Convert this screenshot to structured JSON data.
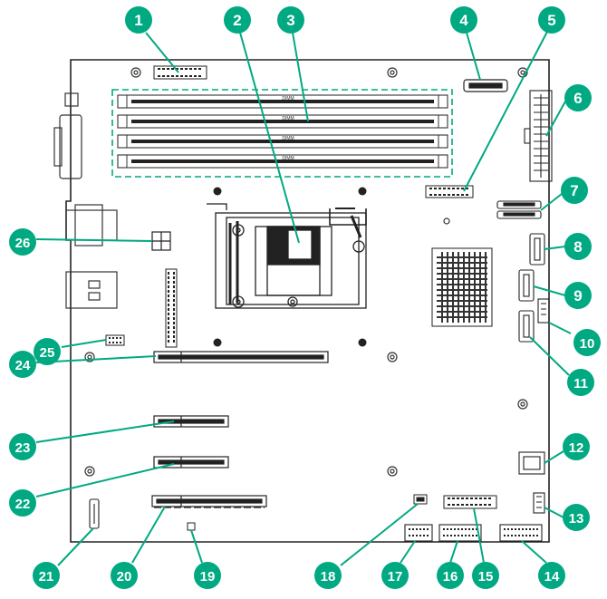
{
  "diagram": {
    "accent_color": "#01a982",
    "callout_color": "#01a982",
    "board_outline_color": "#222222",
    "dimm_silk_label": "DIMM",
    "callouts": [
      {
        "num": "1"
      },
      {
        "num": "2"
      },
      {
        "num": "3"
      },
      {
        "num": "4"
      },
      {
        "num": "5"
      },
      {
        "num": "6"
      },
      {
        "num": "7"
      },
      {
        "num": "8"
      },
      {
        "num": "9"
      },
      {
        "num": "10"
      },
      {
        "num": "11"
      },
      {
        "num": "12"
      },
      {
        "num": "13"
      },
      {
        "num": "14"
      },
      {
        "num": "15"
      },
      {
        "num": "16"
      },
      {
        "num": "17"
      },
      {
        "num": "18"
      },
      {
        "num": "19"
      },
      {
        "num": "20"
      },
      {
        "num": "21"
      },
      {
        "num": "22"
      },
      {
        "num": "23"
      },
      {
        "num": "24"
      },
      {
        "num": "25"
      },
      {
        "num": "26"
      }
    ]
  }
}
